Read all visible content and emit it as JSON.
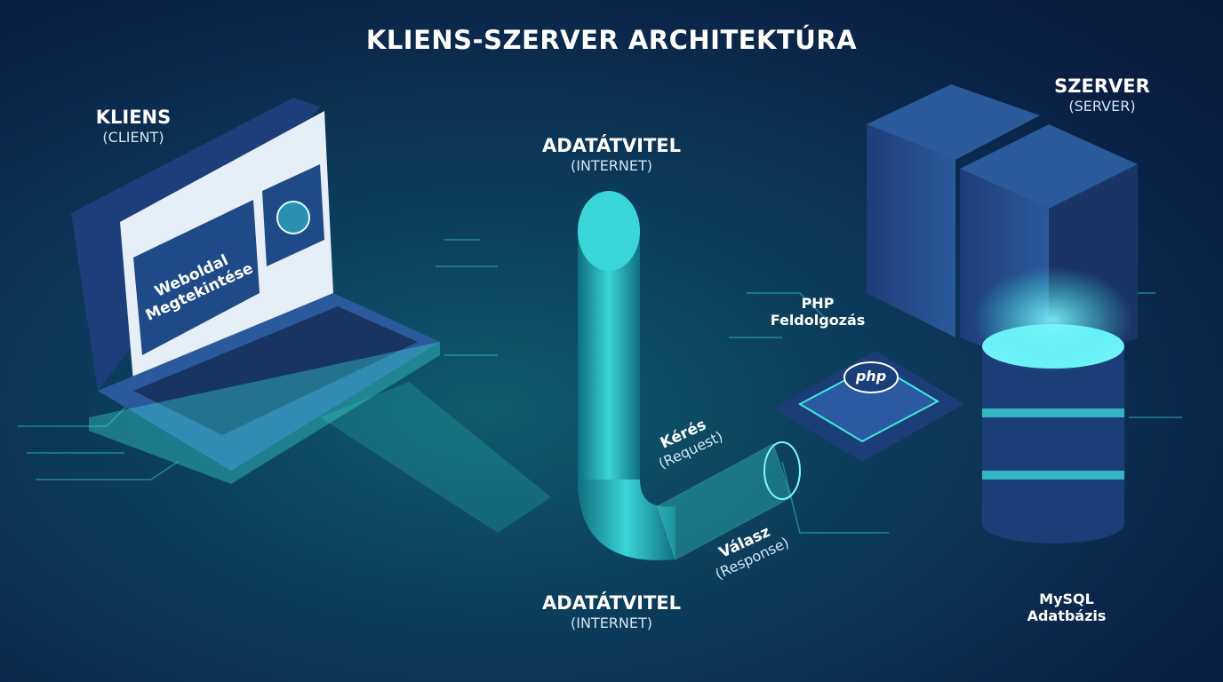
{
  "title": "KLIENS-SZERVER ARCHITEKTÚRA",
  "client": {
    "label": "KLIENS",
    "sub": "(CLIENT)",
    "screen_text_1": "Weboldal",
    "screen_text_2": "Megtekintése"
  },
  "server": {
    "label": "SZERVER",
    "sub": "(SERVER)"
  },
  "transfer_top": {
    "label": "ADATÁTVITEL",
    "sub": "(INTERNET)"
  },
  "transfer_bottom": {
    "label": "ADATÁTVITEL",
    "sub": "(INTERNET)"
  },
  "request": {
    "label": "Kérés",
    "sub": "(Request)"
  },
  "response": {
    "label": "Válasz",
    "sub": "(Response)"
  },
  "php": {
    "label_1": "PHP",
    "label_2": "Feldolgozás",
    "chip_text": "php"
  },
  "mysql": {
    "label_1": "MySQL",
    "label_2": "Adatbázis"
  },
  "colors": {
    "accent": "#3ee8e0",
    "background": "#0a2a4a",
    "pipe": "#1aa6b0"
  }
}
